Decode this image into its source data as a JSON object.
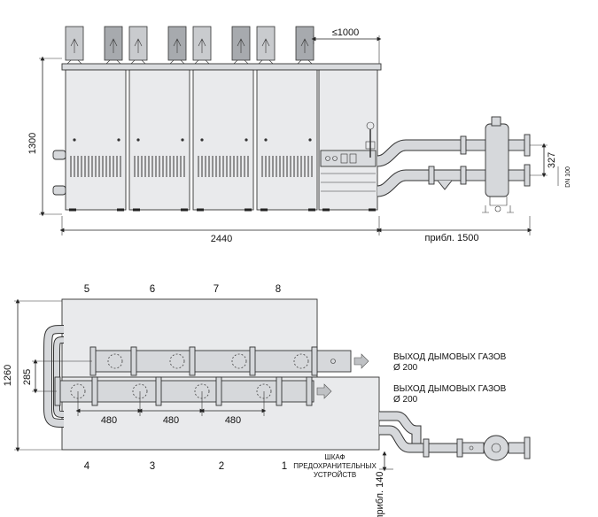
{
  "dimensions": {
    "height_1300": "1300",
    "width_2440": "2440",
    "max_1000": "≤1000",
    "approx_1500": "прибл. 1500",
    "d327": "327",
    "dn100": "DN 100",
    "d1260": "1260",
    "d285": "285",
    "d480a": "480",
    "d480b": "480",
    "d480c": "480",
    "approx_140": "прибл. 140"
  },
  "unit_numbers_top": [
    "5",
    "6",
    "7",
    "8"
  ],
  "unit_numbers_bottom": [
    "4",
    "3",
    "2",
    "1"
  ],
  "flue_outputs": [
    {
      "label": "ВЫХОД ДЫМОВЫХ ГАЗОВ",
      "size": "Ø 200"
    },
    {
      "label": "ВЫХОД ДЫМОВЫХ ГАЗОВ",
      "size": "Ø 200"
    }
  ],
  "cabinet_label": [
    "ШКАФ",
    "ПРЕДОХРАНИТЕЛЬНЫХ",
    "УСТРОЙСТВ"
  ],
  "colors": {
    "panel": "#e9eaec",
    "pipe": "#d6d8db",
    "flue_dark": "#a7aaae",
    "line": "#222222"
  }
}
